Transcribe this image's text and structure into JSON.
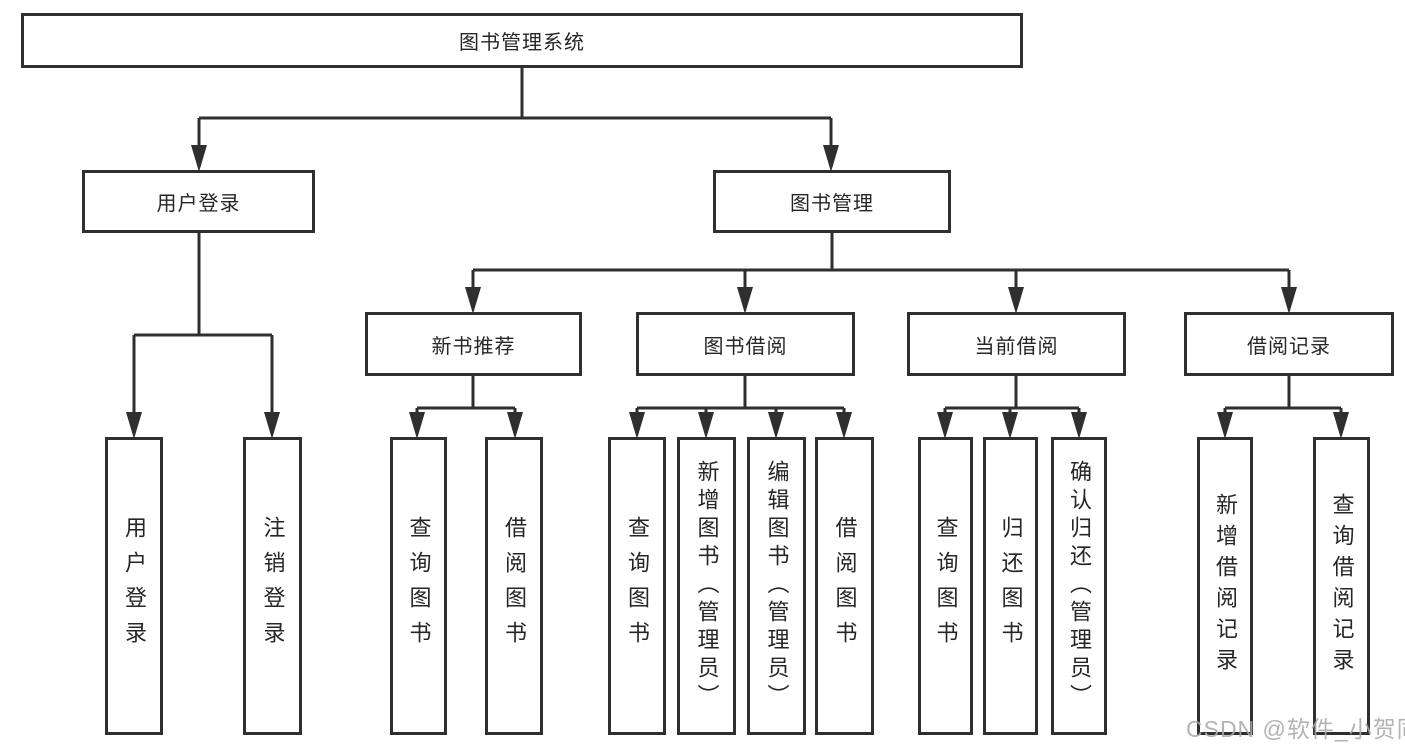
{
  "tree": {
    "root": {
      "label": "图书管理系统"
    },
    "children": [
      {
        "label": "用户登录",
        "children": [
          {
            "label": "用户登录"
          },
          {
            "label": "注销登录"
          }
        ]
      },
      {
        "label": "图书管理",
        "children": [
          {
            "label": "新书推荐",
            "children": [
              {
                "label": "查询图书"
              },
              {
                "label": "借阅图书"
              }
            ]
          },
          {
            "label": "图书借阅",
            "children": [
              {
                "label": "查询图书"
              },
              {
                "label": "新增图书（管理员）"
              },
              {
                "label": "编辑图书（管理员）"
              },
              {
                "label": "借阅图书"
              }
            ]
          },
          {
            "label": "当前借阅",
            "children": [
              {
                "label": "查询图书"
              },
              {
                "label": "归还图书"
              },
              {
                "label": "确认归还（管理员）"
              }
            ]
          },
          {
            "label": "借阅记录",
            "children": [
              {
                "label": "新增借阅记录"
              },
              {
                "label": "查询借阅记录"
              }
            ]
          }
        ]
      }
    ]
  },
  "watermark": {
    "text": "CSDN @软件_小贺同学"
  },
  "colors": {
    "line": "#2f2f2f",
    "text": "#262626",
    "background": "#ffffff",
    "watermark": "#a9a9a9"
  }
}
